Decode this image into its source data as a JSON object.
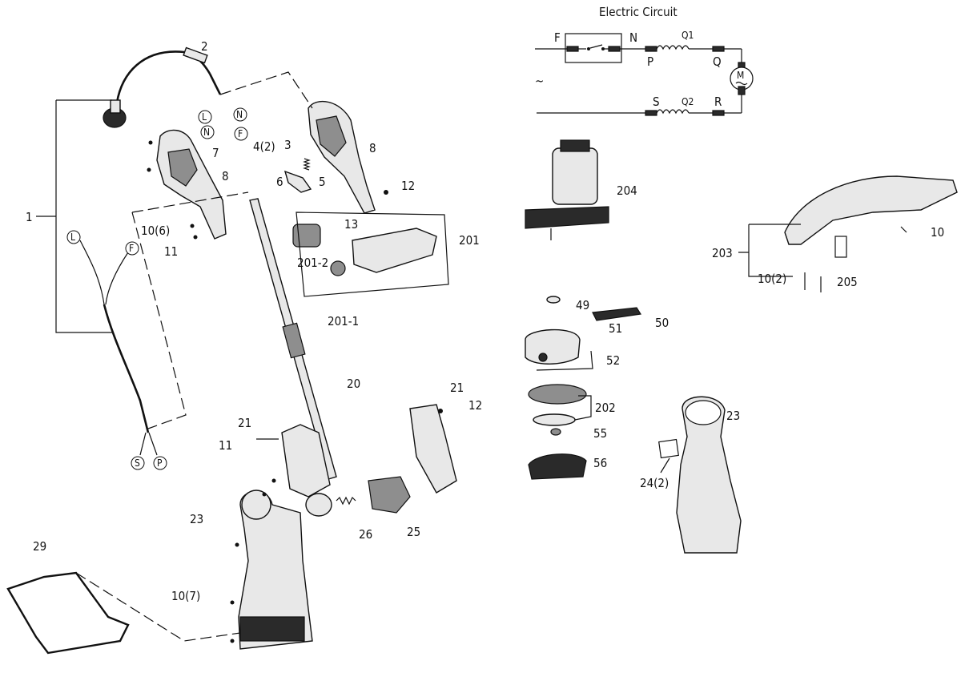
{
  "circuit": {
    "title": "Electric Circuit",
    "labels": {
      "F": "F",
      "N": "N",
      "P": "P",
      "Q": "Q",
      "Q1": "Q1",
      "S": "S",
      "Q2": "Q2",
      "R": "R",
      "M": "M",
      "ac": "~"
    }
  },
  "parts": [
    {
      "id": "p1",
      "text": "1"
    },
    {
      "id": "p2",
      "text": "2"
    },
    {
      "id": "p3",
      "text": "3"
    },
    {
      "id": "p4",
      "text": "4(2)"
    },
    {
      "id": "p5",
      "text": "5"
    },
    {
      "id": "p6",
      "text": "6"
    },
    {
      "id": "p7",
      "text": "7"
    },
    {
      "id": "p8a",
      "text": "8"
    },
    {
      "id": "p8b",
      "text": "8"
    },
    {
      "id": "p10_6",
      "text": "10(6)"
    },
    {
      "id": "p11a",
      "text": "11"
    },
    {
      "id": "p12a",
      "text": "12"
    },
    {
      "id": "p13",
      "text": "13"
    },
    {
      "id": "p201",
      "text": "201"
    },
    {
      "id": "p201_2",
      "text": "201-2"
    },
    {
      "id": "p201_1",
      "text": "201-1"
    },
    {
      "id": "p20",
      "text": "20"
    },
    {
      "id": "p21a",
      "text": "21"
    },
    {
      "id": "p21b",
      "text": "21"
    },
    {
      "id": "p11b",
      "text": "11"
    },
    {
      "id": "p12b",
      "text": "12"
    },
    {
      "id": "p23a",
      "text": "23"
    },
    {
      "id": "p26",
      "text": "26"
    },
    {
      "id": "p25",
      "text": "25"
    },
    {
      "id": "p29",
      "text": "29"
    },
    {
      "id": "p10_7",
      "text": "10(7)"
    },
    {
      "id": "p204",
      "text": "204"
    },
    {
      "id": "p10a",
      "text": "10"
    },
    {
      "id": "p203",
      "text": "203"
    },
    {
      "id": "p10_2",
      "text": "10(2)"
    },
    {
      "id": "p205",
      "text": "205"
    },
    {
      "id": "p49",
      "text": "49"
    },
    {
      "id": "p51",
      "text": "51"
    },
    {
      "id": "p50",
      "text": "50"
    },
    {
      "id": "p52",
      "text": "52"
    },
    {
      "id": "p202",
      "text": "202"
    },
    {
      "id": "p55",
      "text": "55"
    },
    {
      "id": "p56",
      "text": "56"
    },
    {
      "id": "p23b",
      "text": "23"
    },
    {
      "id": "p24",
      "text": "24(2)"
    }
  ],
  "wire_markers": {
    "L1": "L",
    "N1": "N",
    "N2": "N",
    "F1": "F",
    "L2": "L",
    "F2": "F",
    "S": "S",
    "P": "P"
  }
}
